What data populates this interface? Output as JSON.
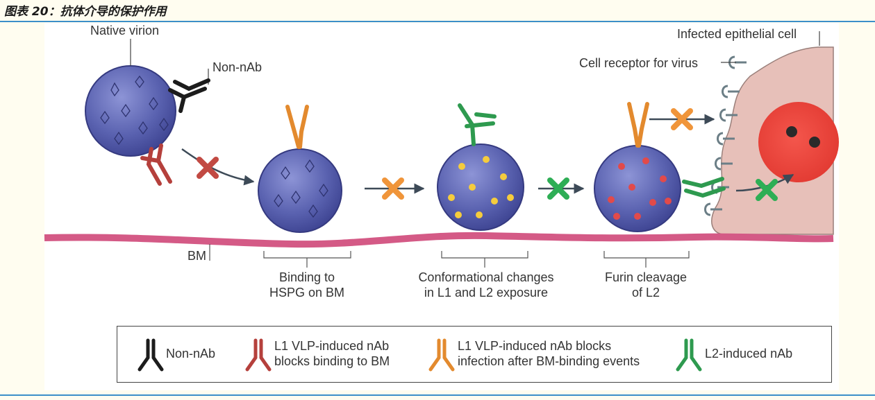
{
  "figure_title": "图表 20：抗体介导的保护作用",
  "labels": {
    "native_virion": "Native virion",
    "non_nab": "Non-nAb",
    "infected_cell": "Infected epithelial cell",
    "cell_receptor": "Cell receptor for virus",
    "bm": "BM",
    "step1": "Binding to\nHSPG on BM",
    "step2": "Conformational changes\nin L1 and L2 exposure",
    "step3": "Furin cleavage\nof L2"
  },
  "legend": [
    {
      "text": "Non-nAb",
      "color": "#1c1c1c"
    },
    {
      "text": "L1 VLP-induced nAb\nblocks binding to BM",
      "color": "#b5403c"
    },
    {
      "text": "L1 VLP-induced nAb blocks\ninfection after BM-binding events",
      "color": "#e38a2e"
    },
    {
      "text": "L2-induced nAb",
      "color": "#2e9a4f"
    }
  ],
  "colors": {
    "virion": "#5a62b0",
    "bm_membrane": "#d45a86",
    "cell": "#e7bfb8",
    "nucleus": "#e8433a",
    "block_red": "#c24a43",
    "block_orange": "#f0953a",
    "block_green": "#2eae55"
  }
}
